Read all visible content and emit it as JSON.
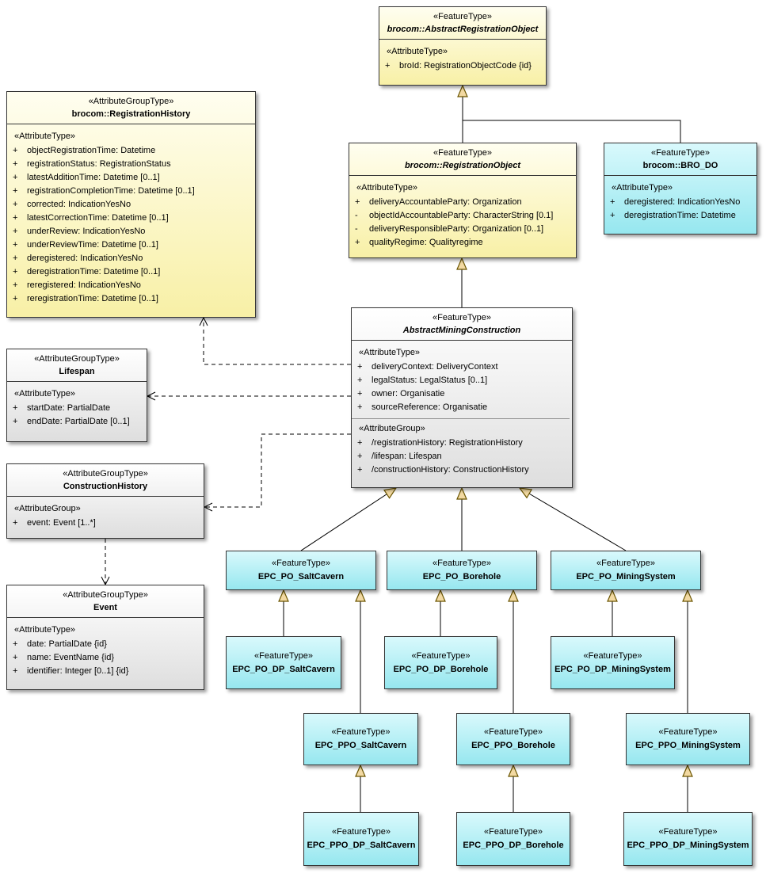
{
  "colors": {
    "yellow": "#f8f0a6",
    "cyan": "#96e7ef",
    "gray": "#dedede",
    "border": "#353535",
    "generalization_arrow_fill": "#f2d9a2",
    "generalization_arrow_stroke": "#6b5500",
    "line": "#000000"
  },
  "nodes": {
    "aro": {
      "stereotype": "«FeatureType»",
      "name": "brocom::AbstractRegistrationObject",
      "attr_label": "«AttributeType»",
      "attrs": [
        {
          "vis": "+",
          "text": "broId: RegistrationObjectCode {id}"
        }
      ]
    },
    "regHistory": {
      "stereotype": "«AttributeGroupType»",
      "name": "brocom::RegistrationHistory",
      "attr_label": "«AttributeType»",
      "attrs": [
        {
          "vis": "+",
          "text": "objectRegistrationTime: Datetime"
        },
        {
          "vis": "+",
          "text": "registrationStatus: RegistrationStatus"
        },
        {
          "vis": "+",
          "text": "latestAdditionTime: Datetime [0..1]"
        },
        {
          "vis": "+",
          "text": "registrationCompletionTime: Datetime [0..1]"
        },
        {
          "vis": "+",
          "text": "corrected: IndicationYesNo"
        },
        {
          "vis": "+",
          "text": "latestCorrectionTime: Datetime [0..1]"
        },
        {
          "vis": "+",
          "text": "underReview: IndicationYesNo"
        },
        {
          "vis": "+",
          "text": "underReviewTime: Datetime [0..1]"
        },
        {
          "vis": "+",
          "text": "deregistered: IndicationYesNo"
        },
        {
          "vis": "+",
          "text": "deregistrationTime: Datetime [0..1]"
        },
        {
          "vis": "+",
          "text": "reregistered: IndicationYesNo"
        },
        {
          "vis": "+",
          "text": "reregistrationTime: Datetime [0..1]"
        }
      ]
    },
    "regObject": {
      "stereotype": "«FeatureType»",
      "name": "brocom::RegistrationObject",
      "attr_label": "«AttributeType»",
      "attrs": [
        {
          "vis": "+",
          "text": "deliveryAccountableParty: Organization"
        },
        {
          "vis": "-",
          "text": "objectIdAccountableParty: CharacterString [0.1]"
        },
        {
          "vis": "-",
          "text": "deliveryResponsibleParty: Organization [0..1]"
        },
        {
          "vis": "+",
          "text": "qualityRegime: Qualityregime"
        }
      ]
    },
    "broDo": {
      "stereotype": "«FeatureType»",
      "name": "brocom::BRO_DO",
      "attr_label": "«AttributeType»",
      "attrs": [
        {
          "vis": "+",
          "text": "deregistered: IndicationYesNo"
        },
        {
          "vis": "+",
          "text": "deregistrationTime: Datetime"
        }
      ]
    },
    "lifespan": {
      "stereotype": "«AttributeGroupType»",
      "name": "Lifespan",
      "attr_label": "«AttributeType»",
      "attrs": [
        {
          "vis": "+",
          "text": "startDate: PartialDate"
        },
        {
          "vis": "+",
          "text": "endDate: PartialDate [0..1]"
        }
      ]
    },
    "amc": {
      "stereotype": "«FeatureType»",
      "name": "AbstractMiningConstruction",
      "attr_label": "«AttributeType»",
      "attrs": [
        {
          "vis": "+",
          "text": "deliveryContext: DeliveryContext"
        },
        {
          "vis": "+",
          "text": "legalStatus: LegalStatus [0..1]"
        },
        {
          "vis": "+",
          "text": "owner: Organisatie"
        },
        {
          "vis": "+",
          "text": "sourceReference: Organisatie"
        }
      ],
      "group_label": "«AttributeGroup»",
      "group_attrs": [
        {
          "vis": "+",
          "text": "/registrationHistory: RegistrationHistory"
        },
        {
          "vis": "+",
          "text": "/lifespan: Lifespan"
        },
        {
          "vis": "+",
          "text": "/constructionHistory: ConstructionHistory"
        }
      ]
    },
    "conHistory": {
      "stereotype": "«AttributeGroupType»",
      "name": "ConstructionHistory",
      "attr_label": "«AttributeGroup»",
      "attrs": [
        {
          "vis": "+",
          "text": "event: Event [1..*]"
        }
      ]
    },
    "event": {
      "stereotype": "«AttributeGroupType»",
      "name": "Event",
      "attr_label": "«AttributeType»",
      "attrs": [
        {
          "vis": "+",
          "text": "date: PartialDate {id}"
        },
        {
          "vis": "+",
          "text": "name: EventName {id}"
        },
        {
          "vis": "+",
          "text": "identifier: Integer [0..1] {id}"
        }
      ]
    },
    "poSaltCavern": {
      "stereotype": "«FeatureType»",
      "name": "EPC_PO_SaltCavern"
    },
    "poBorehole": {
      "stereotype": "«FeatureType»",
      "name": "EPC_PO_Borehole"
    },
    "poMiningSystem": {
      "stereotype": "«FeatureType»",
      "name": "EPC_PO_MiningSystem"
    },
    "poDpSaltCavern": {
      "stereotype": "«FeatureType»",
      "name": "EPC_PO_DP_SaltCavern"
    },
    "poDpBorehole": {
      "stereotype": "«FeatureType»",
      "name": "EPC_PO_DP_Borehole"
    },
    "poDpMiningSystem": {
      "stereotype": "«FeatureType»",
      "name": "EPC_PO_DP_MiningSystem"
    },
    "ppoSaltCavern": {
      "stereotype": "«FeatureType»",
      "name": "EPC_PPO_SaltCavern"
    },
    "ppoBorehole": {
      "stereotype": "«FeatureType»",
      "name": "EPC_PPO_Borehole"
    },
    "ppoMiningSystem": {
      "stereotype": "«FeatureType»",
      "name": "EPC_PPO_MiningSystem"
    },
    "ppoDpSaltCavern": {
      "stereotype": "«FeatureType»",
      "name": "EPC_PPO_DP_SaltCavern"
    },
    "ppoDpBorehole": {
      "stereotype": "«FeatureType»",
      "name": "EPC_PPO_DP_Borehole"
    },
    "ppoDpMiningSystem": {
      "stereotype": "«FeatureType»",
      "name": "EPC_PPO_DP_MiningSystem"
    }
  }
}
